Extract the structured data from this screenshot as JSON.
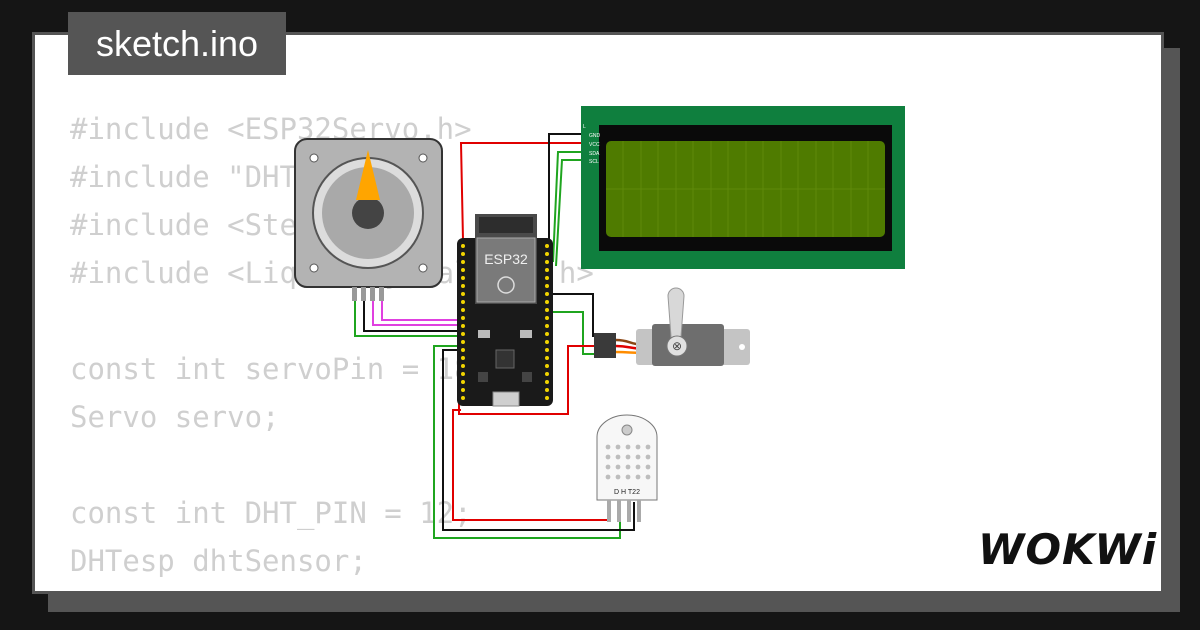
{
  "file_tab": {
    "label": "sketch.ino"
  },
  "code_lines": [
    "#include <ESP32Servo.h>",
    "#include \"DHTesp.h\"",
    "#include <Stepper.h>",
    "#include <LiquidCrystal_I2C.h>",
    "",
    "const int servoPin = 18;",
    "Servo servo;",
    "",
    "const int DHT_PIN = 12;",
    "DHTesp dhtSensor;"
  ],
  "esp32": {
    "label": "ESP32"
  },
  "lcd": {
    "pins": [
      "L",
      "GND",
      "VCC",
      "SDA",
      "SCL"
    ]
  },
  "dht": {
    "label": "D H T22"
  },
  "brand": {
    "logo": "WOKWi"
  },
  "colors": {
    "background": "#151515",
    "card_border": "#555555",
    "code_text": "#cfcfcf",
    "lcd_board": "#0f7f3e",
    "lcd_screen": "#4f7b00",
    "esp_board": "#1a1a1a",
    "wire_red": "#e00000",
    "wire_green": "#1fa51f",
    "wire_magenta": "#e040e0",
    "wire_black": "#111111"
  }
}
